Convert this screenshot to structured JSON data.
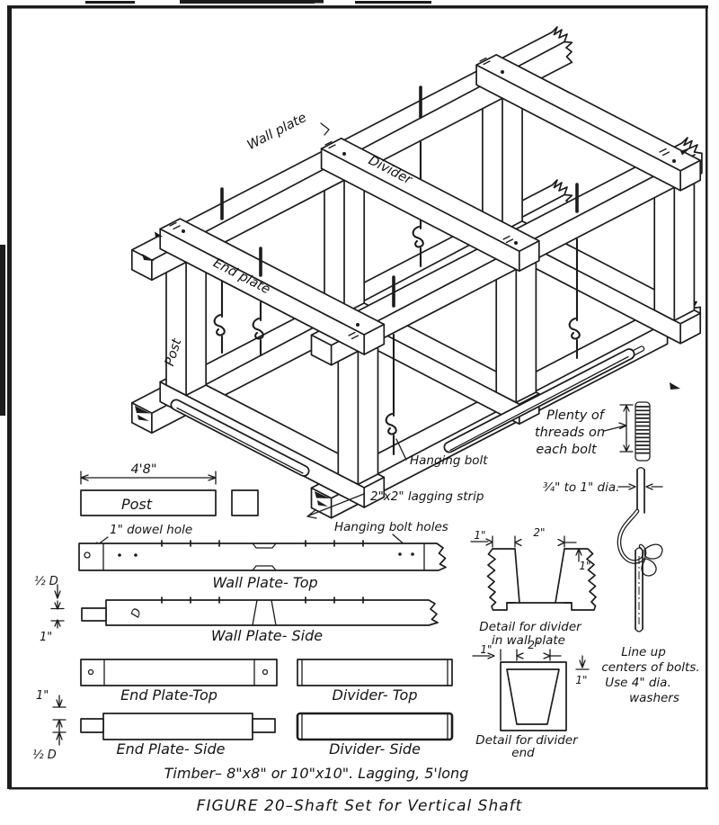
{
  "figure": {
    "caption": "FIGURE 20–Shaft Set for Vertical Shaft",
    "timber_note": "Timber– 8\"x8\" or 10\"x10\". Lagging, 5'long"
  },
  "iso": {
    "wall_plate": "Wall plate",
    "divider": "Divider",
    "end_plate": "End plate",
    "post": "Post",
    "hanging_bolt": "Hanging bolt",
    "lagging_strip": "2\"x2\" lagging strip",
    "bolt_holes": "Hanging bolt holes"
  },
  "plans": {
    "post": "Post",
    "post_length": "4'8\"",
    "dowel_note": "1\" dowel hole",
    "wall_plate_top": "Wall Plate- Top",
    "wall_plate_side": "Wall Plate- Side",
    "end_plate_top": "End Plate-Top",
    "end_plate_side": "End Plate- Side",
    "divider_top": "Divider- Top",
    "divider_side": "Divider- Side",
    "dim_half_d": "½ D",
    "dim_one_inch": "1\"",
    "dim_d": "D"
  },
  "details": {
    "divider_wall_l1": "Detail for divider",
    "divider_wall_l2": "in wall plate",
    "divider_end_l1": "Detail for divider",
    "divider_end_l2": "end",
    "dim_one": "1\"",
    "dim_two": "2\""
  },
  "bolt": {
    "threads_l1": "Plenty of",
    "threads_l2": "threads on",
    "threads_l3": "each bolt",
    "diameter": "¾\" to 1\" dia.",
    "washer_l1": "Line up",
    "washer_l2": "centers of bolts.",
    "washer_l3": "Use 4\" dia.",
    "washer_l4": "washers"
  }
}
